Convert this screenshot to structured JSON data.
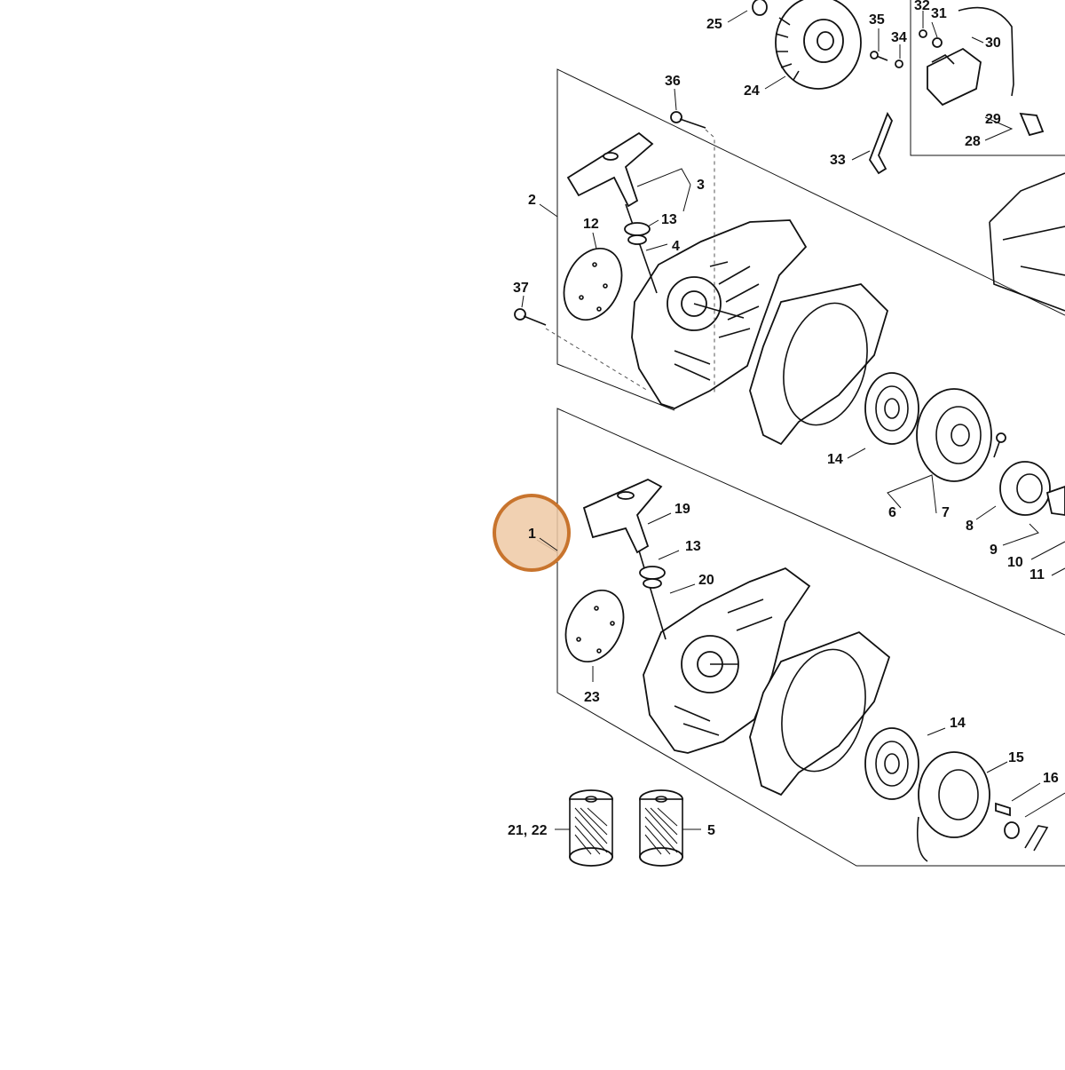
{
  "diagram": {
    "labels": {
      "n1": "1",
      "n2": "2",
      "n3": "3",
      "n4": "4",
      "n5": "5",
      "n6": "6",
      "n7": "7",
      "n8": "8",
      "n9": "9",
      "n10": "10",
      "n11": "11",
      "n12": "12",
      "n13a": "13",
      "n13b": "13",
      "n14a": "14",
      "n14b": "14",
      "n15": "15",
      "n16": "16",
      "n19": "19",
      "n20": "20",
      "n2122": "21, 22",
      "n23": "23",
      "n24": "24",
      "n25": "25",
      "n28": "28",
      "n29": "29",
      "n30": "30",
      "n31": "31",
      "n32": "32",
      "n33": "33",
      "n34": "34",
      "n35": "35",
      "n36": "36",
      "n37": "37"
    },
    "highlight": {
      "label": "1",
      "fill": "#efc9a4",
      "stroke": "#c8742d"
    }
  }
}
